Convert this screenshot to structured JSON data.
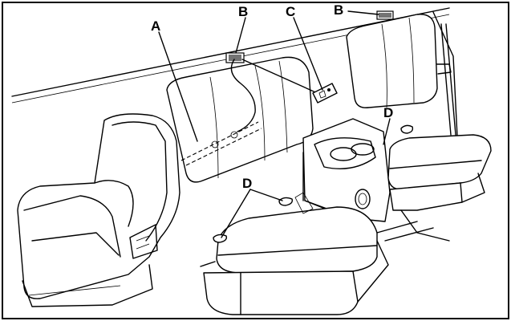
{
  "diagram": {
    "labels": {
      "a": "A",
      "b_left": "B",
      "b_right": "B",
      "c": "C",
      "d_upper": "D",
      "d_lower": "D"
    }
  }
}
